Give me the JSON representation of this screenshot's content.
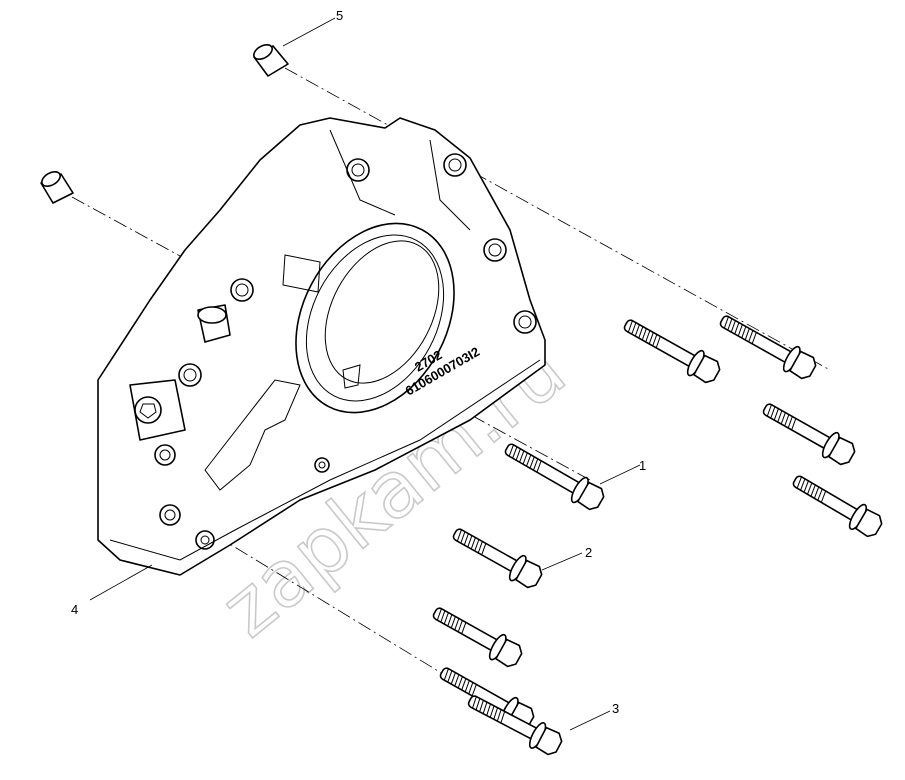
{
  "callouts": [
    {
      "id": "1",
      "label": "1"
    },
    {
      "id": "2",
      "label": "2"
    },
    {
      "id": "3",
      "label": "3"
    },
    {
      "id": "4",
      "label": "4"
    },
    {
      "id": "5",
      "label": "5"
    }
  ],
  "housing_marking": {
    "line1": "2702",
    "line2": "6106000703I2"
  },
  "watermark": "zapkam.ru"
}
